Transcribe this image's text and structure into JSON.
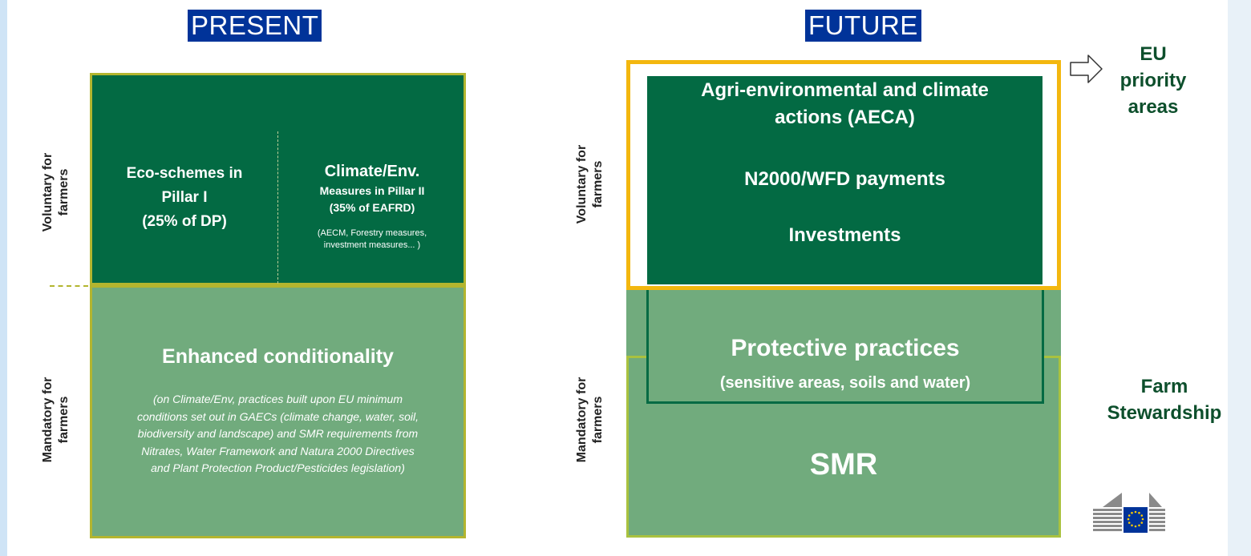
{
  "present": {
    "heading": "PRESENT",
    "voluntary_label": [
      "Voluntary for",
      "farmers"
    ],
    "mandatory_label": [
      "Mandatory for",
      "farmers"
    ],
    "eco_schemes": [
      "Eco-schemes in",
      "Pillar I",
      "(25% of DP)"
    ],
    "climate_env": {
      "title": "Climate/Env.",
      "line2": "Measures in Pillar II",
      "line3": "(35% of EAFRD)",
      "note": [
        "(AECM, Forestry measures,",
        "investment measures... )"
      ]
    },
    "conditionality": {
      "title": "Enhanced conditionality",
      "desc": [
        "(on Climate/Env,  practices built upon EU minimum",
        "conditions set out in GAECs (climate change, water, soil,",
        "biodiversity and landscape) and SMR requirements from",
        "Nitrates, Water Framework and Natura 2000 Directives",
        "and Plant Protection Product/Pesticides legislation)"
      ]
    }
  },
  "future": {
    "heading": "FUTURE",
    "voluntary_label": [
      "Voluntary for",
      "farmers"
    ],
    "mandatory_label": [
      "Mandatory for",
      "farmers"
    ],
    "voluntary_items": [
      "Agri-environmental and climate",
      "actions (AECA)",
      "N2000/WFD payments",
      "Investments"
    ],
    "protective": {
      "title": "Protective practices",
      "subtitle": "(sensitive areas, soils and water)"
    },
    "smr": "SMR",
    "eu_priority": [
      "EU",
      "priority",
      "areas"
    ],
    "farm_stewardship": [
      "Farm",
      "Stewardship"
    ]
  },
  "colors": {
    "dark_green": "#036a43",
    "light_green": "#71ab7d",
    "eu_blue": "#003399",
    "highlight_yellow": "#f3b70f",
    "olive_border": "#b3b52f"
  },
  "icons": {
    "arrow": "right-arrow-outline-icon",
    "logo": "european-commission-logo"
  }
}
